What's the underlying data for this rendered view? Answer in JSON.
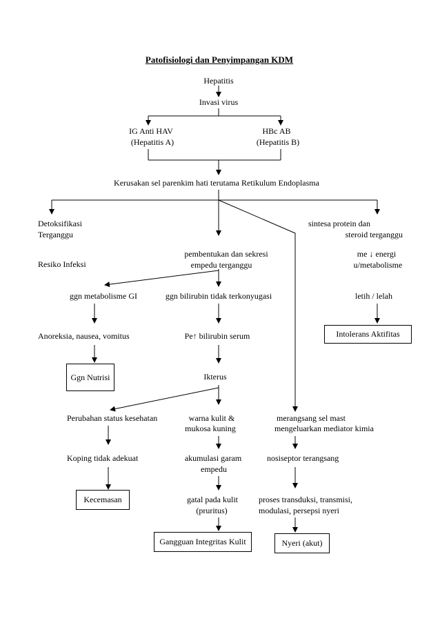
{
  "title": "Patofisiologi dan Penyimpangan KDM",
  "nodes": {
    "hepatitis": "Hepatitis",
    "invasi_virus": "Invasi virus",
    "ig_anti_hav": "IG Anti HAV",
    "hepatitis_a": "(Hepatitis A)",
    "hbc_ab": "HBc AB",
    "hepatitis_b": "(Hepatitis B)",
    "kerusakan_sel": "Kerusakan sel parenkim hati terutama Retikulum Endoplasma",
    "detoksifikasi": "Detoksifikasi",
    "terganggu": "Terganggu",
    "resiko_infeksi": "Resiko Infeksi",
    "sintesa_protein": "sintesa protein dan",
    "steroid_terganggu": "steroid terganggu",
    "me_energi": "me ↓ energi",
    "u_metabolisme": "u/metabolisme",
    "letih_lelah": "letih / lelah",
    "intolerans_aktifitas": "Intolerans Aktifitas",
    "pembentukan": "pembentukan dan sekresi",
    "empedu_terganggu": "empedu terganggu",
    "ggn_metabolisme_gi": "ggn metabolisme GI",
    "ggn_bilirubin": "ggn bilirubin tidak terkonyugasi",
    "anoreksia": "Anoreksia, nausea, vomitus",
    "pe_bilirubin": "Pe↑ bilirubin serum",
    "ggn_nutrisi": "Ggn Nutrisi",
    "ikterus": "Ikterus",
    "perubahan_status": "Perubahan status kesehatan",
    "warna_kulit": "warna kulit &",
    "mukosa_kuning": "mukosa kuning",
    "merangsang": "merangsang sel mast",
    "mengeluarkan": "mengeluarkan mediator kimia",
    "koping": "Koping tidak adekuat",
    "akumulasi": "akumulasi garam",
    "empedu": "empedu",
    "nosiseptor": "nosiseptor terangsang",
    "kecemasan": "Kecemasan",
    "gatal": "gatal pada kulit",
    "pruritus": "(pruritus)",
    "proses": "proses transduksi, transmisi,",
    "modulasi": "modulasi, persepsi nyeri",
    "gangguan_integritas": "Gangguan Integritas Kulit",
    "nyeri_akut": "Nyeri (akut)"
  }
}
